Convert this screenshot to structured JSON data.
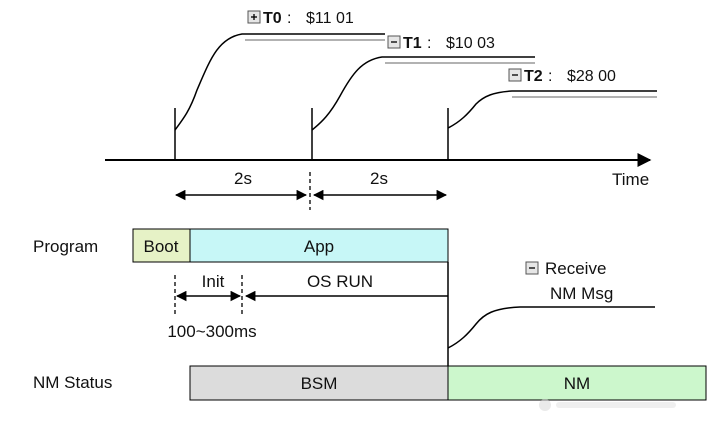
{
  "colors": {
    "boot_fill": "#e6f2c6",
    "app_fill": "#c7f7f7",
    "bsm_fill": "#dcdcdc",
    "nm_fill": "#ccf7cc",
    "line": "#000000"
  },
  "icons": {
    "t0": "plus-box-icon",
    "t1": "minus-box-icon",
    "t2": "minus-box-icon",
    "receive": "minus-box-icon"
  },
  "timeline": {
    "time_label": "Time",
    "interval_1": "2s",
    "interval_2": "2s"
  },
  "timers": [
    {
      "name": "T0",
      "value": "$11 01"
    },
    {
      "name": "T1",
      "value": "$10 03"
    },
    {
      "name": "T2",
      "value": "$28 00"
    }
  ],
  "program": {
    "label": "Program",
    "boot": "Boot",
    "app": "App",
    "init": "Init",
    "os_run": "OS RUN",
    "init_time": "100~300ms"
  },
  "receive": {
    "line1": "Receive",
    "line2": "NM Msg"
  },
  "nm_status": {
    "label": "NM Status",
    "bsm": "BSM",
    "nm": "NM"
  }
}
